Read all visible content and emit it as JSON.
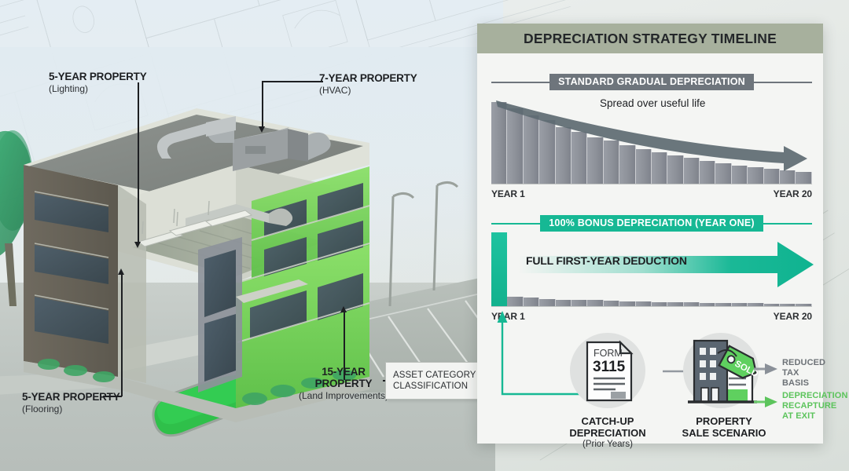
{
  "scene": {
    "callouts": [
      {
        "id": "lighting",
        "title": "5-YEAR PROPERTY",
        "sub": "(Lighting)"
      },
      {
        "id": "hvac",
        "title": "7-YEAR PROPERTY",
        "sub": "(HVAC)"
      },
      {
        "id": "flooring",
        "title": "5-YEAR PROPERTY",
        "sub": "(Flooring)"
      },
      {
        "id": "land",
        "title": "15-YEAR\nPROPERTY",
        "sub": "(Land Improvements)"
      }
    ],
    "asset_box": {
      "line1": "ASSET CATEGORY",
      "line2": "CLASSIFICATION"
    }
  },
  "panel": {
    "title": "DEPRECIATION STRATEGY TIMELINE",
    "sections": {
      "standard": {
        "banner": "STANDARD GRADUAL DEPRECIATION",
        "annotation": "Spread over useful life",
        "axis_start": "YEAR 1",
        "axis_end": "YEAR 20"
      },
      "bonus": {
        "banner": "100% BONUS DEPRECIATION (YEAR ONE)",
        "annotation": "FULL FIRST-YEAR DEDUCTION",
        "axis_start": "YEAR 1",
        "axis_end": "YEAR 20"
      }
    },
    "nodes": [
      {
        "id": "form3115",
        "form_label": "FORM",
        "form_number": "3115",
        "title_l1": "CATCH-UP",
        "title_l2": "DEPRECIATION",
        "sub": "(Prior Years)"
      },
      {
        "id": "sale",
        "badge": "SOLD",
        "title_l1": "PROPERTY",
        "title_l2": "SALE SCENARIO",
        "sub": ""
      }
    ],
    "outcomes": [
      {
        "id": "reduced-basis",
        "text": "REDUCED\nTAX BASIS",
        "color": "#6d7277"
      },
      {
        "id": "recapture",
        "text": "DEPRECIATION\nRECAPTURE\nAT EXIT",
        "color": "#5cc45c"
      }
    ]
  },
  "colors": {
    "teal": "#16b894",
    "green_light": "#5cc45c",
    "slate": "#6e757c",
    "bar_gray": "#8d9199",
    "header_sage": "#a7b09d"
  },
  "chart_data": [
    {
      "type": "bar",
      "id": "standard-gradual-depreciation",
      "title": "STANDARD GRADUAL DEPRECIATION",
      "annotation": "Spread over useful life",
      "xlabel": "",
      "ylabel": "",
      "categories": [
        "Year 1",
        "Year 2",
        "Year 3",
        "Year 4",
        "Year 5",
        "Year 6",
        "Year 7",
        "Year 8",
        "Year 9",
        "Year 10",
        "Year 11",
        "Year 12",
        "Year 13",
        "Year 14",
        "Year 15",
        "Year 16",
        "Year 17",
        "Year 18",
        "Year 19",
        "Year 20"
      ],
      "values": [
        100,
        92,
        84,
        78,
        70,
        64,
        57,
        53,
        48,
        43,
        39,
        35,
        32,
        29,
        26,
        23,
        21,
        19,
        17,
        15
      ],
      "ylim": [
        0,
        100
      ],
      "grid": false,
      "legend": "none",
      "axis_tick_labels": [
        "YEAR 1",
        "YEAR 20"
      ]
    },
    {
      "type": "bar",
      "id": "bonus-depreciation-year-one",
      "title": "100% BONUS DEPRECIATION (YEAR ONE)",
      "annotation": "FULL FIRST-YEAR DEDUCTION",
      "xlabel": "",
      "ylabel": "",
      "categories": [
        "Year 1",
        "Year 2",
        "Year 3",
        "Year 4",
        "Year 5",
        "Year 6",
        "Year 7",
        "Year 8",
        "Year 9",
        "Year 10",
        "Year 11",
        "Year 12",
        "Year 13",
        "Year 14",
        "Year 15",
        "Year 16",
        "Year 17",
        "Year 18",
        "Year 19",
        "Year 20"
      ],
      "values": [
        100,
        14,
        13,
        11,
        10,
        9,
        9,
        8,
        7,
        7,
        6,
        6,
        6,
        5,
        5,
        5,
        5,
        4,
        4,
        4
      ],
      "highlight_index": 0,
      "highlight_color": "#16b894",
      "ylim": [
        0,
        100
      ],
      "grid": false,
      "legend": "none",
      "axis_tick_labels": [
        "YEAR 1",
        "YEAR 20"
      ]
    }
  ]
}
